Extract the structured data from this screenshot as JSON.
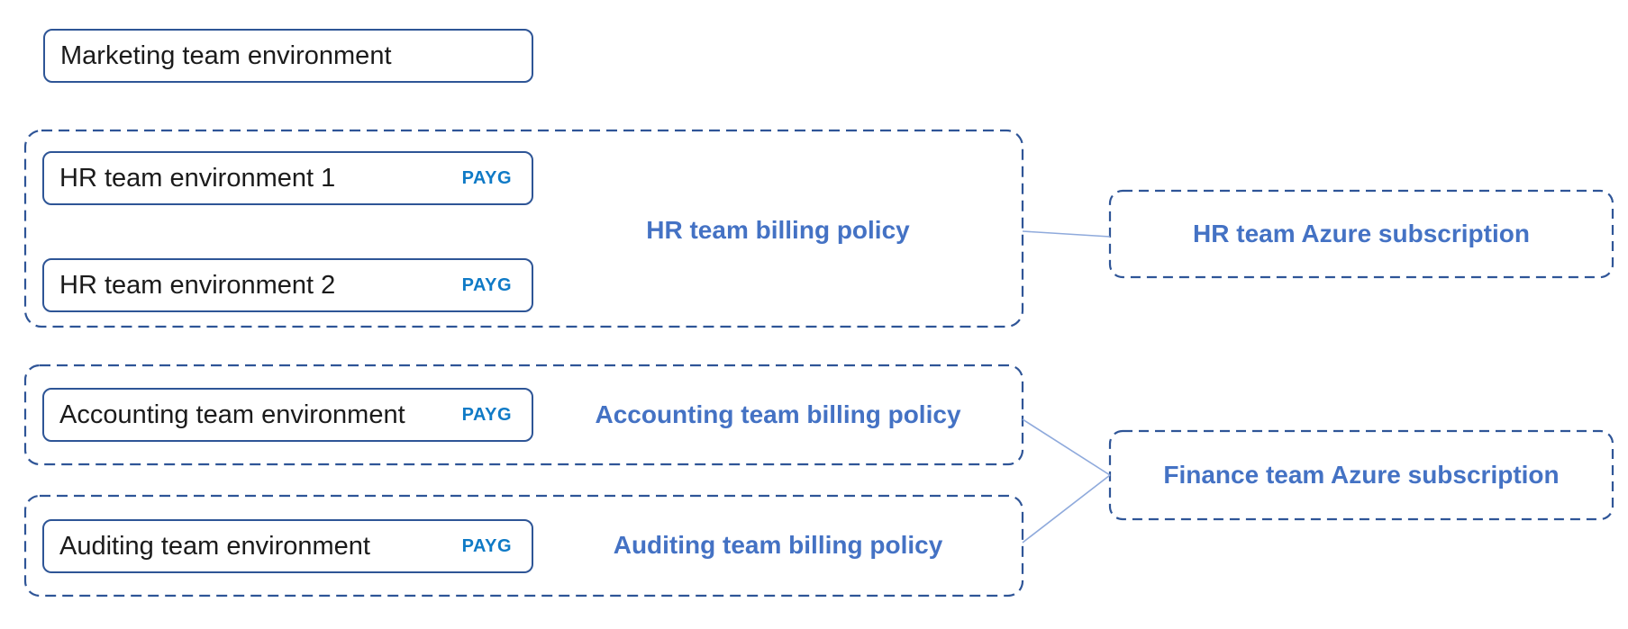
{
  "palette": {
    "solid_border": "#2E5596",
    "dashed_border": "#2F5597",
    "payg_blue": "#0F7AC6",
    "label_blue": "#4472C4",
    "connector": "#8FAADC",
    "text_dark": "#1B1B1B",
    "background": "#FFFFFF"
  },
  "boxes": {
    "marketing": {
      "label": "Marketing team environment"
    },
    "hr_env_1": {
      "label": "HR team environment 1",
      "badge": "PAYG"
    },
    "hr_env_2": {
      "label": "HR team environment 2",
      "badge": "PAYG"
    },
    "accounting_env": {
      "label": "Accounting team environment",
      "badge": "PAYG"
    },
    "auditing_env": {
      "label": "Auditing team environment",
      "badge": "PAYG"
    }
  },
  "policies": {
    "hr": "HR team billing policy",
    "accounting": "Accounting team billing policy",
    "auditing": "Auditing team billing policy"
  },
  "subscriptions": {
    "hr": "HR team Azure subscription",
    "finance": "Finance team Azure subscription"
  }
}
